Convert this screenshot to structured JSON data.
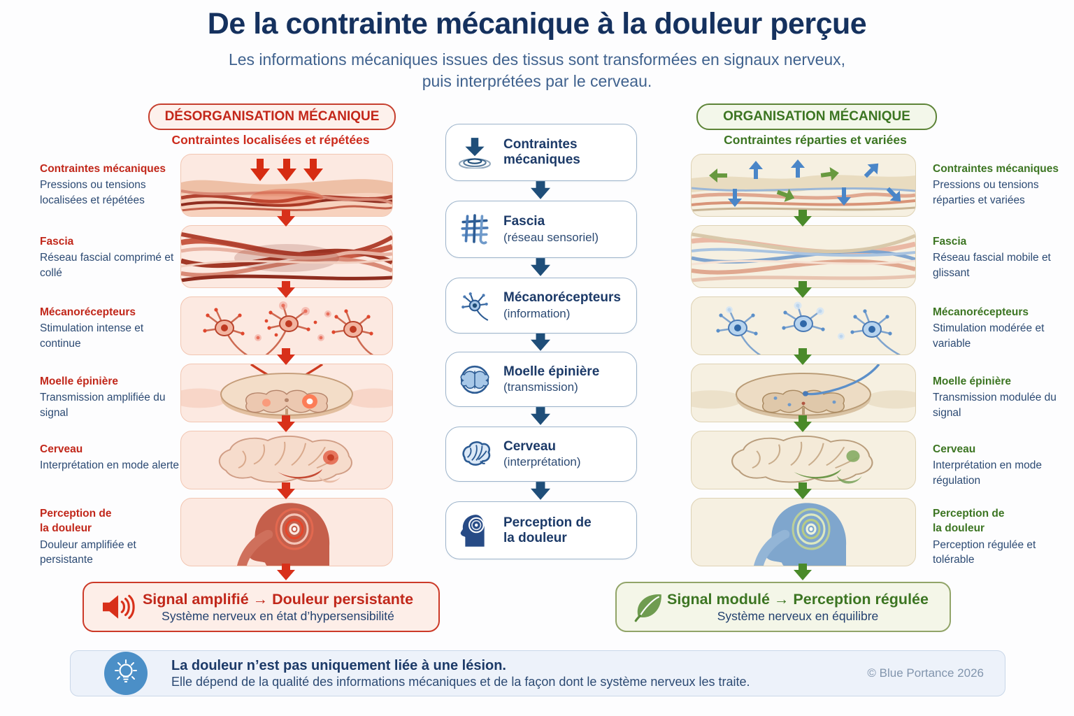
{
  "page": {
    "title": "De la contrainte mécanique à la douleur perçue",
    "subtitle_line1": "Les informations mécaniques issues des tissus sont transformées en signaux nerveux,",
    "subtitle_line2": "puis interprétées par le cerveau.",
    "copyright": "© Blue Portance 2026"
  },
  "colors": {
    "red_accent": "#c3271a",
    "green_accent": "#3c7522",
    "navy_title": "#15315e",
    "body_text": "#2c4a73",
    "center_icon_blue": "#2d5c94",
    "footer_icon_blue": "#4b8fc7"
  },
  "left_column": {
    "header": "DÉSORGANISATION MÉCANIQUE",
    "subheader": "Contraintes localisées et répétées",
    "steps": [
      {
        "label": "Contraintes mécaniques",
        "description": "Pressions ou tensions localisées et répétées",
        "illustration": "tissue-compressed-illustration"
      },
      {
        "label": "Fascia",
        "description": "Réseau fascial comprimé et collé",
        "illustration": "fascia-compressed-illustration"
      },
      {
        "label": "Mécanorécepteurs",
        "description": "Stimulation intense et continue",
        "illustration": "receptors-intense-illustration"
      },
      {
        "label": "Moelle épinière",
        "description": "Transmission amplifiée du signal",
        "illustration": "spinal-cord-amplified-illustration"
      },
      {
        "label": "Cerveau",
        "description": "Interprétation en mode alerte",
        "illustration": "brain-alert-illustration"
      },
      {
        "label": "Perception de la douleur",
        "label_line1": "Perception",
        "label_line2": "de la douleur",
        "description": "Douleur amplifiée et persistante",
        "illustration": "head-pain-illustration"
      }
    ],
    "banner": {
      "icon": "speaker-icon",
      "headline": "Signal amplifié → Douleur persistante",
      "subline": "Système nerveux en état d’hypersensibilité"
    }
  },
  "center_column": {
    "steps": [
      {
        "icon": "impact-icon",
        "label": "Contraintes mécaniques",
        "sublabel": ""
      },
      {
        "icon": "mesh-icon",
        "label": "Fascia",
        "sublabel": "(réseau sensoriel)"
      },
      {
        "icon": "neuron-icon",
        "label": "Mécanorécepteurs",
        "sublabel": "(information)"
      },
      {
        "icon": "spinal-cord-icon",
        "label": "Moelle épinière",
        "sublabel": "(transmission)"
      },
      {
        "icon": "brain-icon",
        "label": "Cerveau",
        "sublabel": "(interprétation)"
      },
      {
        "icon": "head-profile-icon",
        "label": "Perception de la douleur",
        "sublabel": ""
      }
    ]
  },
  "right_column": {
    "header": "ORGANISATION MÉCANIQUE",
    "subheader": "Contraintes réparties et variées",
    "steps": [
      {
        "label": "Contraintes mécaniques",
        "description": "Pressions ou tensions réparties et variées",
        "illustration": "tissue-organized-illustration"
      },
      {
        "label": "Fascia",
        "description": "Réseau fascial mobile et glissant",
        "illustration": "fascia-mobile-illustration"
      },
      {
        "label": "Mécanorécepteurs",
        "description": "Stimulation modérée et variable",
        "illustration": "receptors-moderate-illustration"
      },
      {
        "label": "Moelle épinière",
        "description": "Transmission modulée du signal",
        "illustration": "spinal-cord-modulated-illustration"
      },
      {
        "label": "Cerveau",
        "description": "Interprétation en mode régulation",
        "illustration": "brain-regulation-illustration"
      },
      {
        "label": "Perception de la douleur",
        "label_line1": "Perception",
        "label_line2": "de la douleur",
        "description": "Perception régulée et tolérable",
        "illustration": "head-regulated-illustration"
      }
    ],
    "banner": {
      "icon": "leaf-icon",
      "headline": "Signal modulé → Perception régulée",
      "subline": "Système nerveux en équilibre"
    }
  },
  "footer_note": {
    "icon": "lightbulb-icon",
    "headline": "La douleur n’est pas uniquement liée à une lésion.",
    "body": "Elle dépend de la qualité des informations mécaniques et de la façon dont le système nerveux les traite."
  }
}
